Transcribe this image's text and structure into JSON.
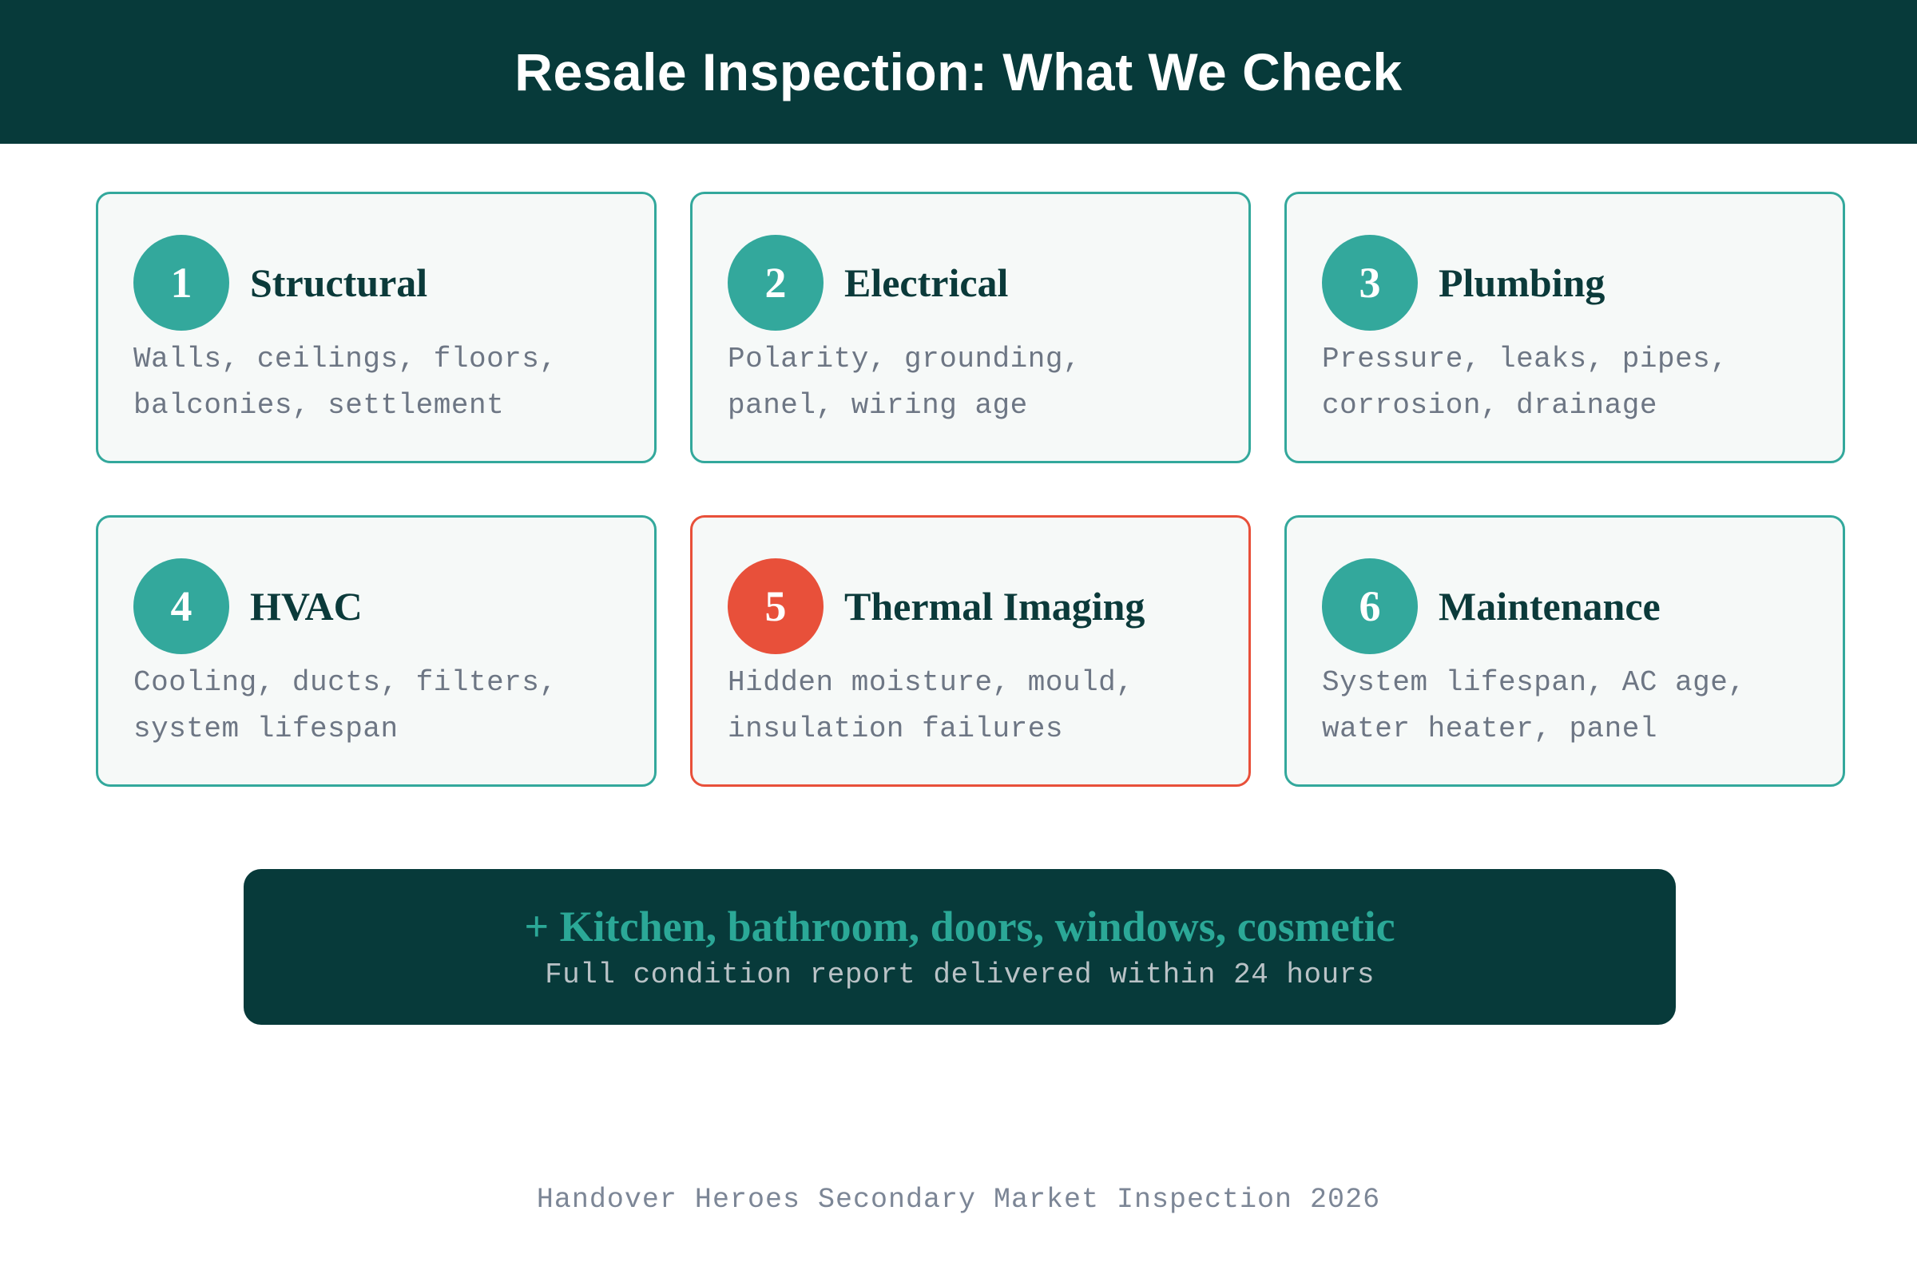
{
  "header": {
    "title": "Resale Inspection: What We Check",
    "background_color": "#073A3A",
    "text_color": "#FFFFFF"
  },
  "theme": {
    "accent_teal": "#33A89C",
    "accent_red": "#E8503A",
    "dark_teal": "#073A3A",
    "banner_headline_color": "#2BA897",
    "card_background": "#F6F9F8",
    "card_title_color": "#0B3A3A",
    "card_desc_color": "#6D7684",
    "footer_color": "#7C8696"
  },
  "cards": [
    {
      "number": "1",
      "title": "Structural",
      "description": "Walls, ceilings, floors, balconies, settlement",
      "highlight": false
    },
    {
      "number": "2",
      "title": "Electrical",
      "description": "Polarity, grounding, panel, wiring age",
      "highlight": false
    },
    {
      "number": "3",
      "title": "Plumbing",
      "description": "Pressure, leaks, pipes, corrosion, drainage",
      "highlight": false
    },
    {
      "number": "4",
      "title": "HVAC",
      "description": "Cooling, ducts, filters, system lifespan",
      "highlight": false
    },
    {
      "number": "5",
      "title": "Thermal Imaging",
      "description": "Hidden moisture, mould, insulation failures",
      "highlight": true
    },
    {
      "number": "6",
      "title": "Maintenance",
      "description": "System lifespan, AC age, water heater, panel",
      "highlight": false
    }
  ],
  "banner": {
    "headline": "+ Kitchen, bathroom, doors, windows, cosmetic",
    "subtext": "Full condition report delivered within 24 hours"
  },
  "footer": {
    "text": "Handover Heroes Secondary Market Inspection 2026"
  }
}
